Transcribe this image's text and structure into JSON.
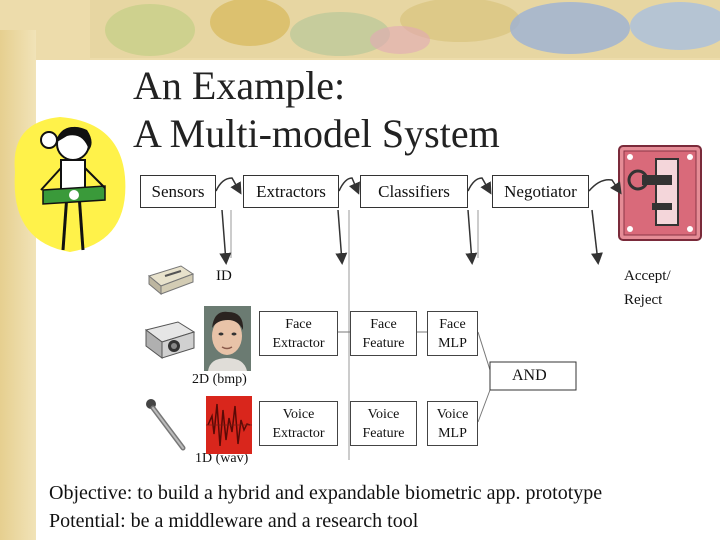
{
  "title": {
    "line1": "An Example:",
    "line2": "A Multi-model System"
  },
  "pipeline": {
    "sensors": "Sensors",
    "extractors": "Extractors",
    "classifiers": "Classifiers",
    "negotiator": "Negotiator"
  },
  "labels": {
    "id": "ID",
    "bmp": "2D (bmp)",
    "wav": "1D (wav)",
    "accept_reject": "Accept/\nReject",
    "and": "AND"
  },
  "face_row": {
    "extractor": "Face\nExtractor",
    "feature": "Face\nFeature",
    "mlp": "Face\nMLP"
  },
  "voice_row": {
    "extractor": "Voice\nExtractor",
    "feature": "Voice\nFeature",
    "mlp": "Voice\nMLP"
  },
  "footer": {
    "objective": "Objective: to build a hybrid and expandable biometric app. prototype",
    "potential": "Potential: be a middleware and a research tool"
  },
  "icons": {
    "clipart_woman": "cartoon-woman-with-money-icon",
    "door_lock": "door-lock-with-key-icon",
    "card_reader": "card-reader-icon",
    "camera": "camera-scanner-icon",
    "microphone": "microphone-icon",
    "face_photo": "face-photo",
    "waveform": "audio-waveform-icon"
  }
}
